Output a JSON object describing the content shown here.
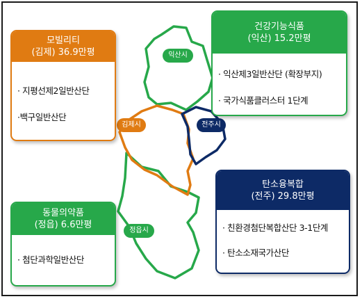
{
  "colors": {
    "green": "#27a84a",
    "orange": "#e07b12",
    "navy": "#0d2a66"
  },
  "map": {
    "regions": [
      {
        "key": "iksan",
        "label": "익산시"
      },
      {
        "key": "gimje",
        "label": "김제시"
      },
      {
        "key": "jeonju",
        "label": "전주시"
      },
      {
        "key": "jeongeup",
        "label": "정읍시"
      }
    ]
  },
  "cards": {
    "mobility": {
      "title": "모빌리티",
      "subtitle": "(김제) 36.9만평",
      "items": [
        "· 지평선제2일반산단",
        "·백구일반산단"
      ]
    },
    "food": {
      "title": "건강기능식품",
      "subtitle": "(익산) 15.2만평",
      "items": [
        "· 익산제3일반산단 (확장부지)",
        "· 국가식품클러스터 1단계"
      ]
    },
    "carbon": {
      "title": "탄소융복합",
      "subtitle": "(전주) 29.8만평",
      "items": [
        "· 친환경첨단복합산단 3-1단계",
        "· 탄소소재국가산단"
      ]
    },
    "animal": {
      "title": "동물의약품",
      "subtitle": "(정읍) 6.6만평",
      "items": [
        "· 첨단과학일반산단"
      ]
    }
  }
}
